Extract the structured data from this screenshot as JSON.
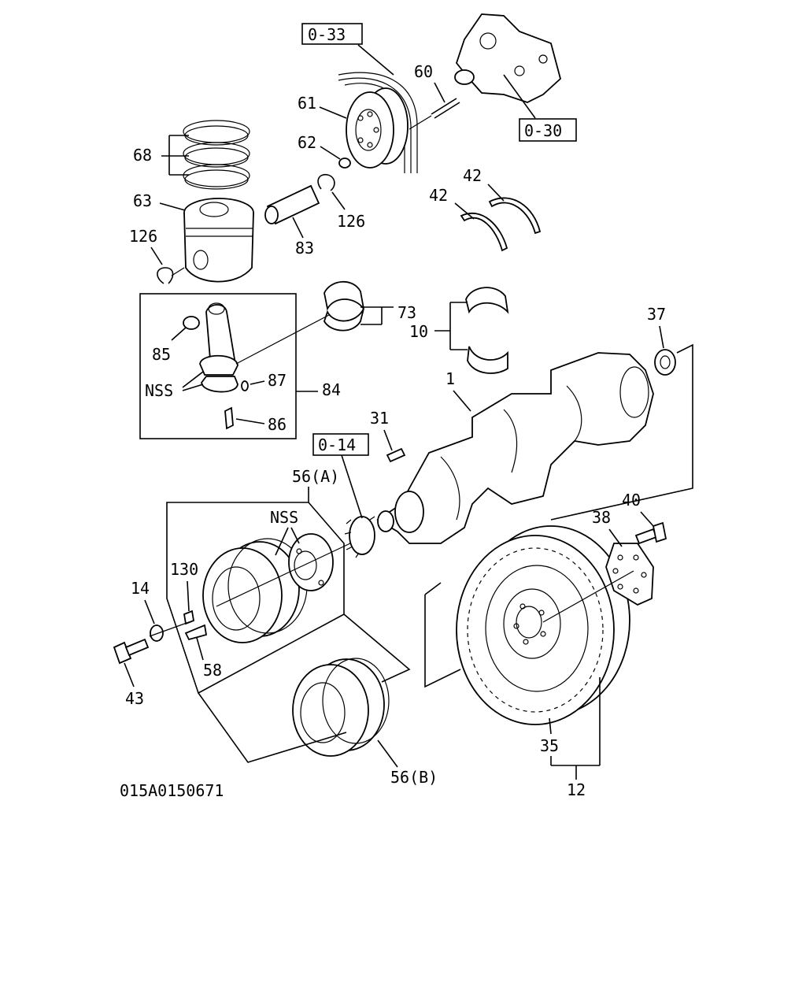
{
  "figure_code": "015A0150671",
  "refs": {
    "r033": "0-33",
    "r030": "0-30",
    "r014": "0-14"
  },
  "labels": {
    "l60": "60",
    "l61": "61",
    "l62": "62",
    "l68": "68",
    "l63": "63",
    "l126a": "126",
    "l126b": "126",
    "l83": "83",
    "l42a": "42",
    "l42b": "42",
    "l73": "73",
    "l85": "85",
    "lnss1": "NSS",
    "l87": "87",
    "l84": "84",
    "l86": "86",
    "l10": "10",
    "l37": "37",
    "l1": "1",
    "l31": "31",
    "l56a": "56(A)",
    "lnss2": "NSS",
    "l40": "40",
    "l38": "38",
    "l14": "14",
    "l130": "130",
    "l58": "58",
    "l43": "43",
    "l35": "35",
    "l56b": "56(B)",
    "l12": "12"
  }
}
